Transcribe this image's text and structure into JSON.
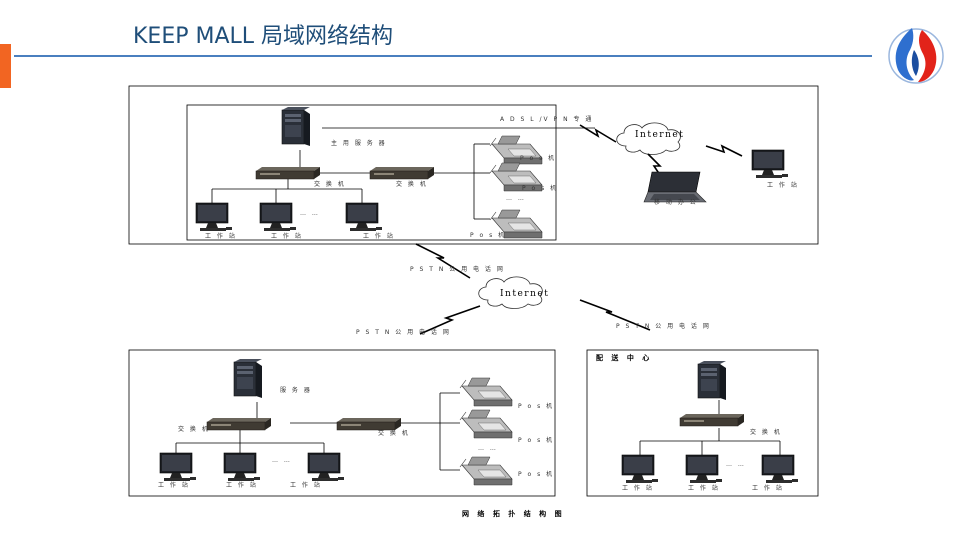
{
  "slide": {
    "title": "KEEP MALL 局域网络结构"
  },
  "colors": {
    "title": "#1f4e79",
    "rule": "#4a7fbf",
    "accent_tab": "#f26522",
    "logo_blue": "#2e6fcf",
    "logo_red": "#e2231a"
  },
  "icons": {
    "logo": "brand-flame-logo",
    "server": "server-tower-icon",
    "switch": "network-switch-icon",
    "pos": "pos-terminal-icon",
    "workstation": "monitor-icon",
    "laptop": "laptop-icon",
    "cloud": "cloud-icon"
  },
  "diagram": {
    "top_site": {
      "server": "主 用 服 务 器",
      "switch_1": "交 换 机",
      "switch_2": "交 换 机",
      "workstation_1": "工 作 站",
      "workstation_2": "工 作 站",
      "workstation_3": "工 作 站",
      "ellipsis": "… …",
      "pos_1": "P o s 机",
      "pos_2": "P o s 机",
      "pos_3": "P o s 机",
      "pos_ellipsis": "… …",
      "vpn_link": "A D S L /V P N 专 通"
    },
    "remote": {
      "cloud": "Internet",
      "laptop": "移 动 办 公",
      "workstation": "工 作 站"
    },
    "wan": {
      "cloud": "Internet",
      "pstn_top": "P S T N 公 用 电 话 网",
      "pstn_left": "P S T N 公 用 电 话 网",
      "pstn_right": "P S T N 公 用 电 话 网"
    },
    "branch_site": {
      "server": "服 务 器",
      "switch_1": "交 换 机",
      "switch_2": "交 换 机",
      "workstation_1": "工 作 站",
      "workstation_2": "工 作 站",
      "workstation_3": "工 作 站",
      "ellipsis": "… …",
      "pos_1": "P o s 机",
      "pos_2": "P o s 机",
      "pos_3": "P o s 机",
      "pos_ellipsis": "… …"
    },
    "distribution": {
      "title": "配 送 中 心",
      "switch": "交 换 机",
      "workstation_1": "工 作 站",
      "workstation_2": "工 作 站",
      "workstation_3": "工 作 站",
      "ellipsis": "… …"
    },
    "caption": "网 络 拓 扑 结 构 图"
  }
}
